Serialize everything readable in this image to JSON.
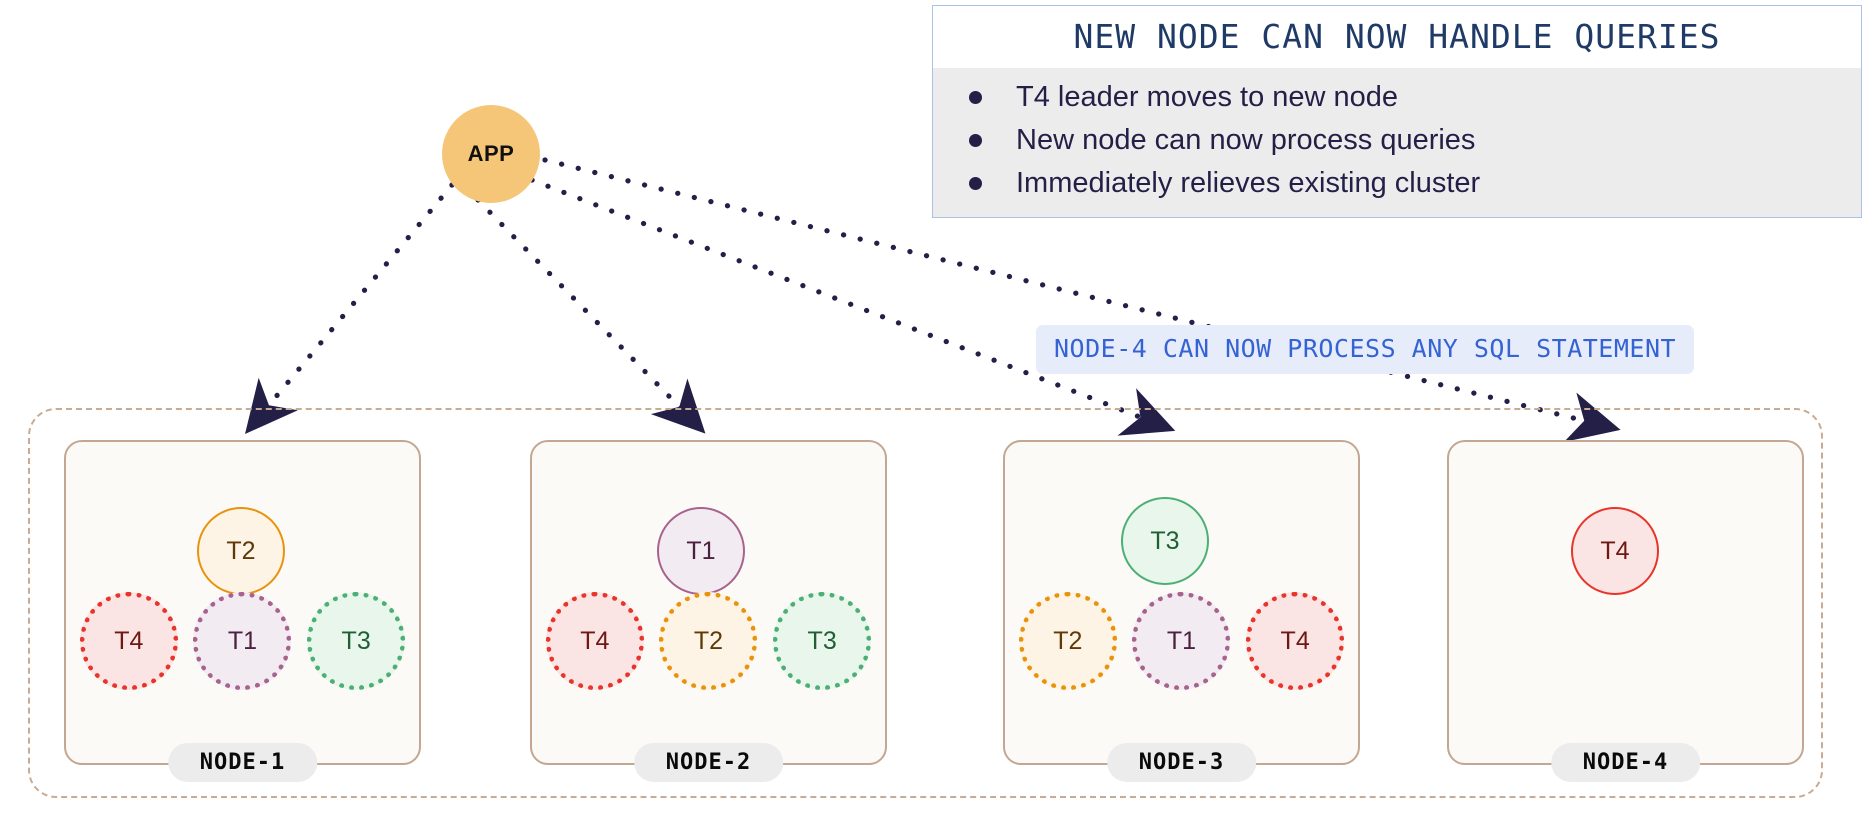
{
  "diagram": {
    "title": "NEW NODE CAN NOW HANDLE QUERIES",
    "app_node": {
      "label": "APP"
    },
    "callout": {
      "text": "NODE-4 CAN NOW PROCESS ANY SQL STATEMENT"
    },
    "info_panel": {
      "heading": "NEW NODE CAN NOW HANDLE QUERIES",
      "bullets": [
        "T4 leader moves to new node",
        "New node can now process queries",
        "Immediately relieves existing cluster"
      ]
    },
    "nodes": [
      {
        "label": "NODE-1",
        "leader": {
          "label": "T2",
          "role": "leader"
        },
        "followers": [
          {
            "label": "T4",
            "role": "follower"
          },
          {
            "label": "T1",
            "role": "follower"
          },
          {
            "label": "T3",
            "role": "follower"
          }
        ]
      },
      {
        "label": "NODE-2",
        "leader": {
          "label": "T1",
          "role": "leader"
        },
        "followers": [
          {
            "label": "T4",
            "role": "follower"
          },
          {
            "label": "T2",
            "role": "follower"
          },
          {
            "label": "T3",
            "role": "follower"
          }
        ]
      },
      {
        "label": "NODE-3",
        "leader": {
          "label": "T3",
          "role": "leader"
        },
        "followers": [
          {
            "label": "T2",
            "role": "follower"
          },
          {
            "label": "T1",
            "role": "follower"
          },
          {
            "label": "T4",
            "role": "follower"
          }
        ]
      },
      {
        "label": "NODE-4",
        "leader": {
          "label": "T4",
          "role": "leader"
        },
        "followers": []
      }
    ],
    "colors": {
      "app_fill": "#f5c678",
      "arrow": "#241f47",
      "cluster_border": "#c9ab93",
      "node_border": "#c4a792",
      "node_fill": "#fcfaf7",
      "node_label_pill": "#ececec",
      "info_border": "#a9c3e4",
      "info_body_bg": "#ececec",
      "info_text": "#241f47",
      "info_title_text": "#1f3a66",
      "callout_bg": "#e6ecfa",
      "callout_text": "#3563d4",
      "t1_border": "#a8628e",
      "t1_fill": "#f3ebf2",
      "t1_text": "#4b2140",
      "t2_border": "#e8930c",
      "t2_fill": "#fdf4e6",
      "t2_text": "#5e3a07",
      "t3_border": "#4caf74",
      "t3_fill": "#e8f6ec",
      "t3_text": "#205f35",
      "t4_border": "#e8342a",
      "t4_fill": "#fbe5e4",
      "t4_text": "#6e1713"
    }
  }
}
